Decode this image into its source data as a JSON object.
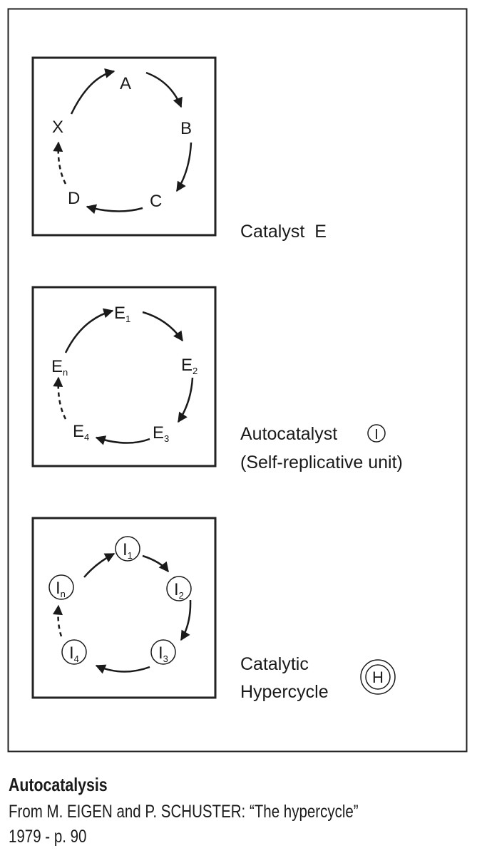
{
  "panels": [
    {
      "label": "Catalyst  E",
      "nodes": [
        {
          "label": "A",
          "sub": ""
        },
        {
          "label": "B",
          "sub": ""
        },
        {
          "label": "C",
          "sub": ""
        },
        {
          "label": "D",
          "sub": ""
        },
        {
          "label": "X",
          "sub": ""
        }
      ]
    },
    {
      "label": "Autocatalyst",
      "symbol": "I",
      "label2": "(Self-replicative unit)",
      "nodes": [
        {
          "label": "E",
          "sub": "1"
        },
        {
          "label": "E",
          "sub": "2"
        },
        {
          "label": "E",
          "sub": "3"
        },
        {
          "label": "E",
          "sub": "4"
        },
        {
          "label": "E",
          "sub": "n"
        }
      ]
    },
    {
      "label": "Catalytic",
      "label2": "Hypercycle",
      "symbol": "H",
      "nodes": [
        {
          "label": "I",
          "sub": "1"
        },
        {
          "label": "I",
          "sub": "2"
        },
        {
          "label": "I",
          "sub": "3"
        },
        {
          "label": "I",
          "sub": "4"
        },
        {
          "label": "I",
          "sub": "n"
        }
      ]
    }
  ],
  "caption": {
    "title": "Autocatalysis",
    "line1": "From M. EIGEN and P. SCHUSTER: “The hypercycle”",
    "line2": "1979 - p. 90"
  }
}
